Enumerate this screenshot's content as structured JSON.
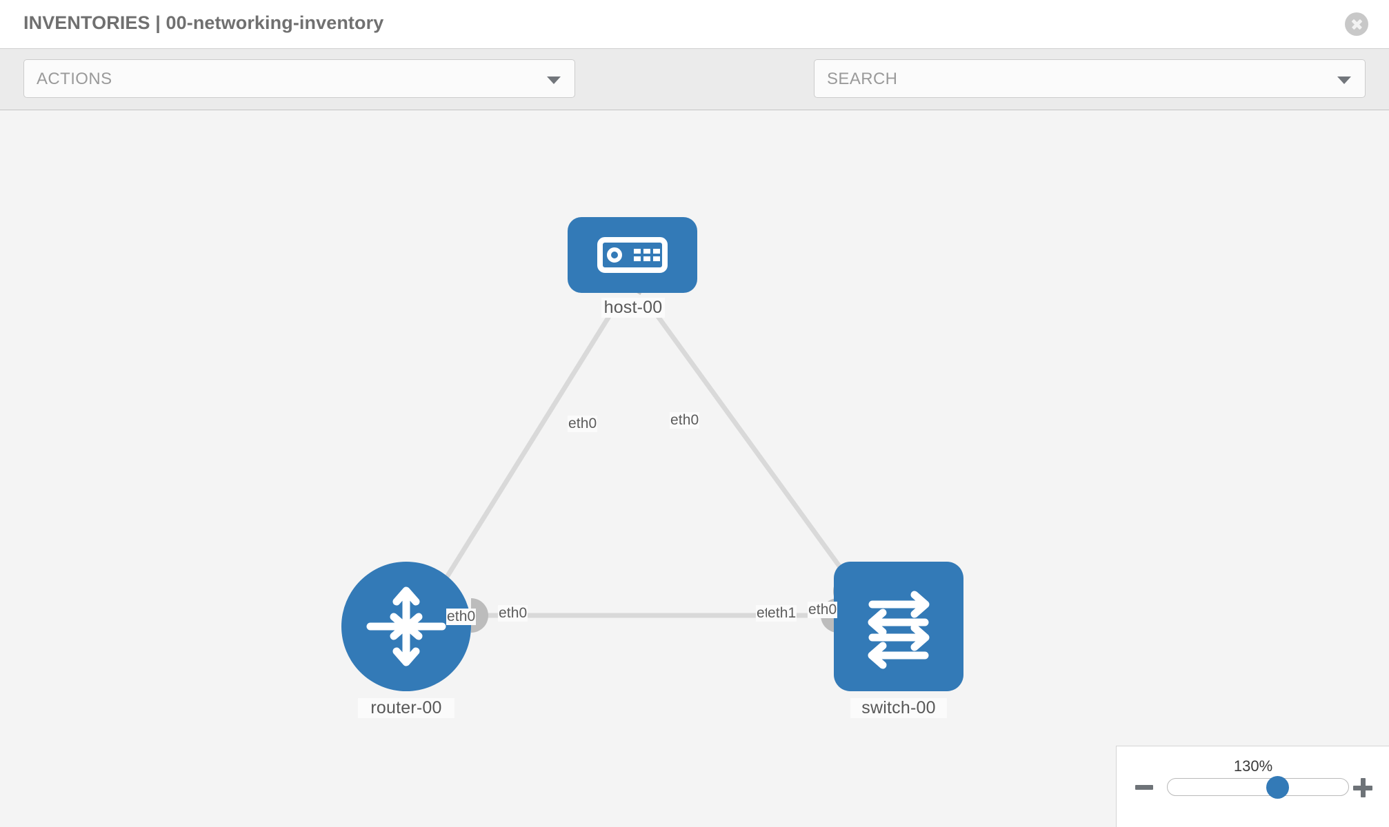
{
  "header": {
    "title": "INVENTORIES | 00-networking-inventory",
    "close_label": "close-icon"
  },
  "toolbar": {
    "actions_label": "ACTIONS",
    "search_placeholder": "SEARCH",
    "wrench_icon": "wrench-icon",
    "key_icon": "key-icon"
  },
  "topology": {
    "nodes": [
      {
        "id": "host-00",
        "label": "host-00",
        "type": "host",
        "icon": "server-icon",
        "shape": "rounded-rect",
        "color": "#337ab7"
      },
      {
        "id": "router-00",
        "label": "router-00",
        "type": "router",
        "icon": "router-arrows-icon",
        "shape": "circle",
        "color": "#337ab7"
      },
      {
        "id": "switch-00",
        "label": "switch-00",
        "type": "switch",
        "icon": "switch-arrows-icon",
        "shape": "rounded-square",
        "color": "#337ab7"
      }
    ],
    "links": [
      {
        "from": "router-00",
        "to": "host-00",
        "from_interface": "eth0",
        "to_interface": "eth0"
      },
      {
        "from": "host-00",
        "to": "switch-00",
        "from_interface": "eth0",
        "to_interface": "eth0"
      },
      {
        "from": "router-00",
        "to": "switch-00",
        "from_interface": "eth0",
        "to_interface": "eth1",
        "to_interface_overlap": "eth"
      }
    ],
    "link_color": "#d4d4d4",
    "connector_color": "#bcbcbc"
  },
  "zoom_control": {
    "level": "130%",
    "minus_label": "zoom-out",
    "plus_label": "zoom-in",
    "slider_position_percent": 62
  }
}
